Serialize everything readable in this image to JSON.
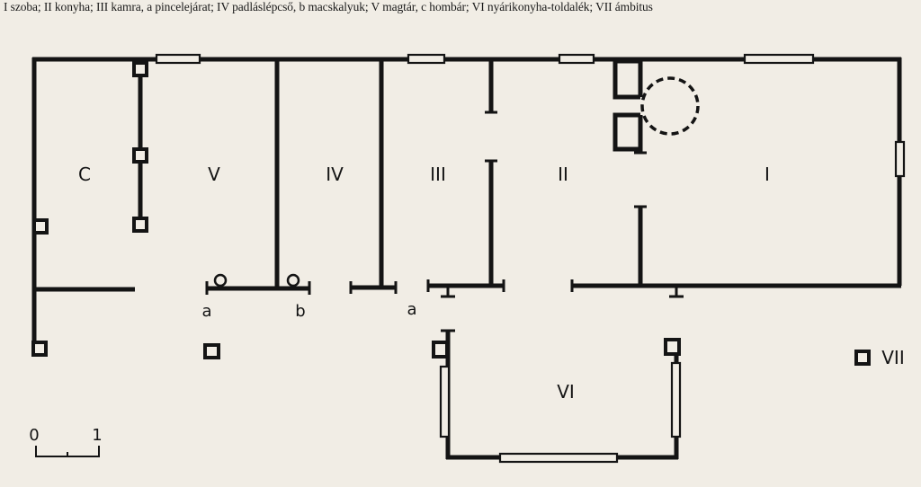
{
  "caption": "I szoba; II konyha; III kamra, a pincelejárat; IV padláslépcső, b macskalyuk; V magtár, c hombár; VI nyárikonyha-toldalék; VII ámbitus",
  "rooms": {
    "c": "C",
    "v": "V",
    "iv": "IV",
    "iii": "III",
    "ii": "II",
    "i": "I",
    "vi": "VI"
  },
  "markers": {
    "a1": "a",
    "b": "b",
    "a2": "a"
  },
  "legend": {
    "vii": "VII"
  },
  "scale": {
    "zero": "0",
    "one": "1"
  }
}
